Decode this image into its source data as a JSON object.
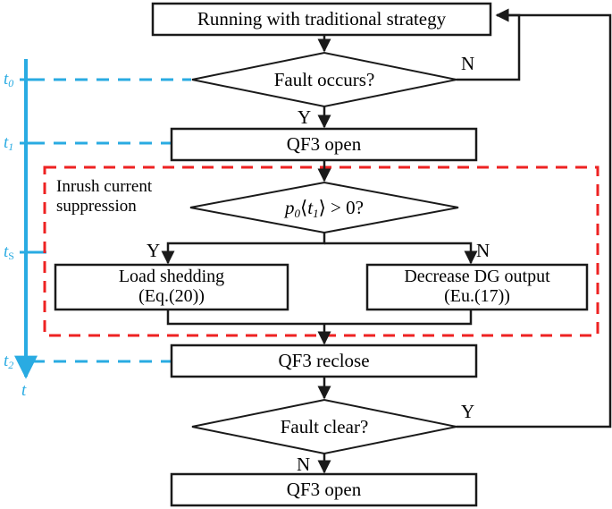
{
  "figure": {
    "type": "flowchart",
    "title": "Fault handling and inrush current suppression control flow",
    "colors": {
      "stroke": "#1a1a1a",
      "timeline": "#29ABE2",
      "group_box": "#ee2222",
      "background": "#ffffff"
    }
  },
  "nodes": {
    "running": {
      "label": "Running with traditional strategy",
      "shape": "process"
    },
    "fault_occurs": {
      "label": "Fault occurs?",
      "shape": "decision"
    },
    "qf3_open_top": {
      "label": "QF3 open",
      "shape": "process"
    },
    "p0_check": {
      "label": "p0<t1> > 0?",
      "label_p": "p",
      "label_sub0": "0",
      "label_mid": "⟨",
      "label_t": "t",
      "label_sub1": "1",
      "label_close": "⟩ > 0?",
      "shape": "decision"
    },
    "load_shedding": {
      "line1": "Load shedding",
      "line2": "(Eq.(20))",
      "shape": "process"
    },
    "decrease_dg": {
      "line1": "Decrease DG output",
      "line2": "(Eu.(17))",
      "shape": "process"
    },
    "qf3_reclose": {
      "label": "QF3 reclose",
      "shape": "process"
    },
    "fault_clear": {
      "label": "Fault clear?",
      "shape": "decision"
    },
    "qf3_open_bottom": {
      "label": "QF3 open",
      "shape": "process"
    }
  },
  "branch_labels": {
    "fault_occurs_no": "N",
    "fault_occurs_yes": "Y",
    "p0_yes": "Y",
    "p0_no": "N",
    "fault_clear_yes": "Y",
    "fault_clear_no": "N"
  },
  "group": {
    "caption_line1": "Inrush current",
    "caption_line2": "suppression",
    "border_style": "dashed",
    "border_color": "#ee2222"
  },
  "timeline": {
    "axis_label": "t",
    "ticks": [
      {
        "base": "t",
        "sub": "0",
        "sub_italic": true
      },
      {
        "base": "t",
        "sub": "1",
        "sub_italic": true
      },
      {
        "base": "t",
        "sub": "S",
        "sub_italic": false
      },
      {
        "base": "t",
        "sub": "2",
        "sub_italic": true
      }
    ]
  }
}
